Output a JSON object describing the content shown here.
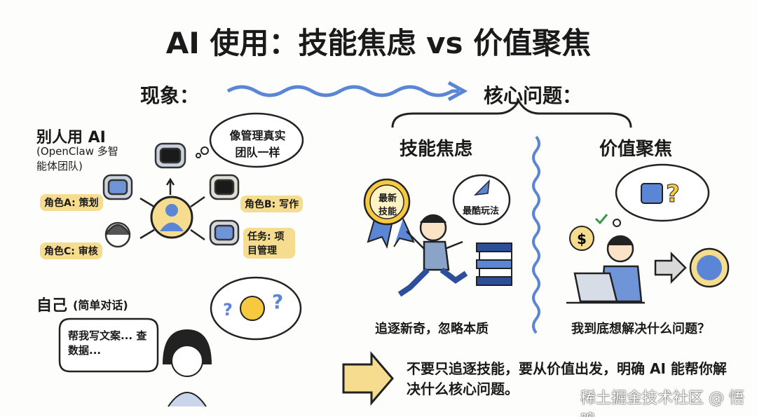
{
  "title": "AI 使用：技能焦虑 vs 价值聚焦",
  "phenomenon": "现象：",
  "core_question": "核心问题：",
  "left": {
    "others_title": "别人用 AI",
    "others_subtitle": "(OpenClaw 多智能体团队)",
    "team_thought": "像管理真实团队一样",
    "role_a": "角色A: 策划",
    "role_b": "角色B: 写作",
    "role_c": "角色C: 审核",
    "task": "任务: 项目管理",
    "self_title": "自己",
    "self_subtitle": "(简单对话)",
    "speech": "帮我写文案... 查数据..."
  },
  "skill": {
    "title": "技能焦虑",
    "medal": "最新技能",
    "bubble": "最酷玩法",
    "caption": "追逐新奇，忽略本质"
  },
  "value": {
    "title": "价值聚焦",
    "caption": "我到底想解决什么问题？"
  },
  "conclusion": "不要只追逐技能，要从价值出发，明确 AI 能帮你解决什么核心问题。",
  "watermark": "稀土掘金技术社区 @ 悟鸣",
  "colors": {
    "blue": "#5b86d6",
    "yellow": "#f6dc8e",
    "ink": "#1a1a1a"
  }
}
